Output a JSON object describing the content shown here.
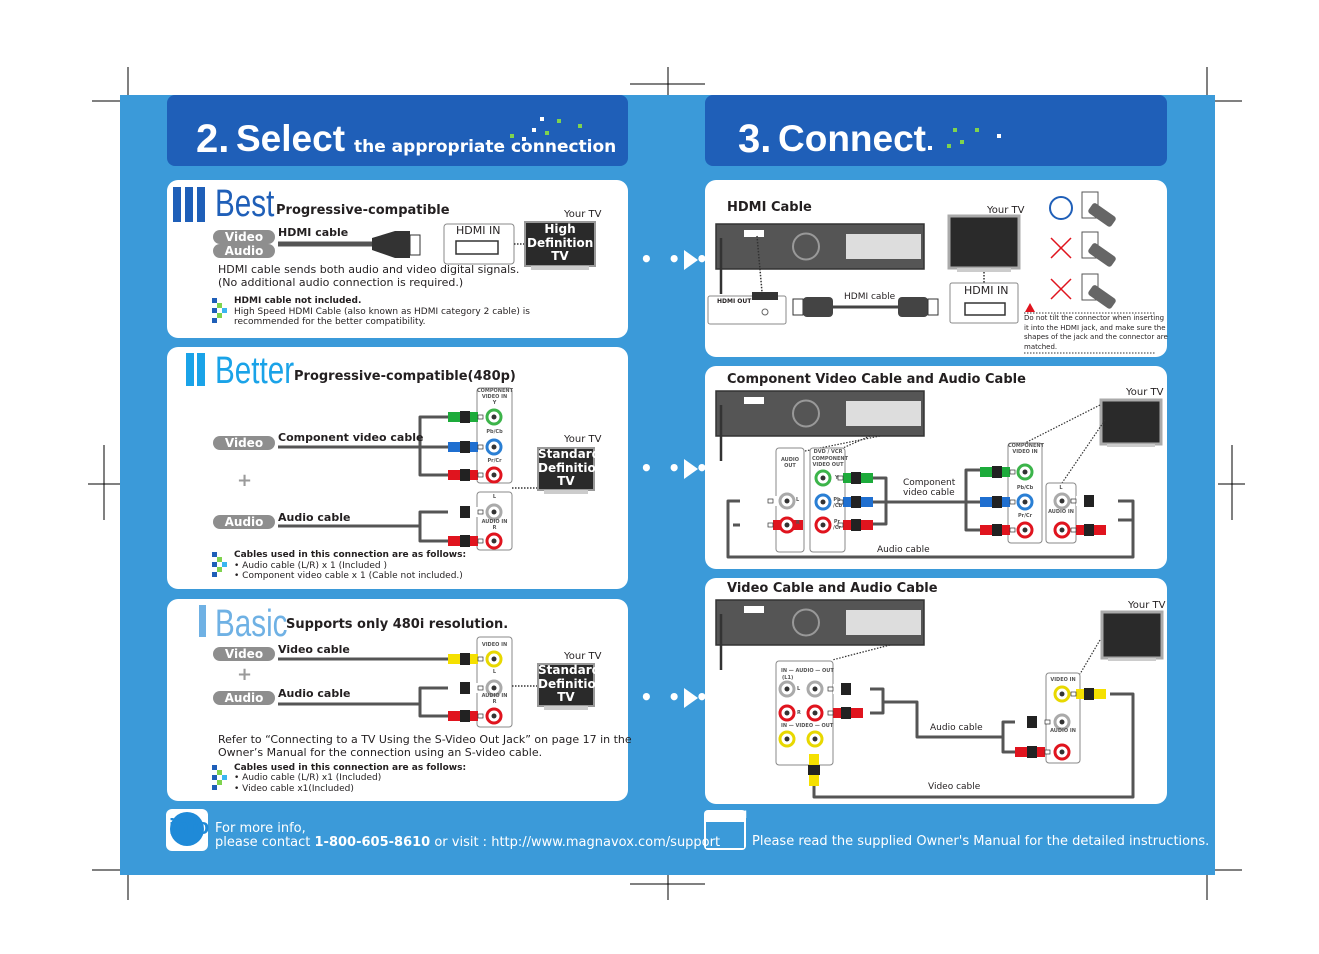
{
  "colors": {
    "background": "#3b9ad9",
    "header": "#1f5fb8",
    "best": "#1f5fb8",
    "better": "#1aa3e8",
    "basic": "#6fb1e4",
    "pill": "#8e8e8e"
  },
  "left": {
    "header": {
      "number": "2.",
      "title": "Select",
      "subtitle": "the appropriate connection"
    },
    "best": {
      "tier": "Best",
      "subtitle": "Progressive-compatible",
      "pills": [
        "Video",
        "Audio"
      ],
      "cable_label": "HDMI cable",
      "port_label": "HDMI IN",
      "tv_caption": "Your TV",
      "tv_label": "High Definition TV",
      "description": "HDMI cable sends both audio and video digital signals.\n(No additional audio connection is required.)",
      "note_title": "HDMI cable not included.",
      "note_body": "High Speed HDMI Cable (also known as HDMI category 2 cable) is\nrecommended for the better compatibility."
    },
    "better": {
      "tier": "Better",
      "subtitle": "Progressive-compatible(480p)",
      "video_pill": "Video",
      "video_cable": "Component video cable",
      "plus": "+",
      "audio_pill": "Audio",
      "audio_cable": "Audio cable",
      "panel_video": "COMPONENT VIDEO IN",
      "jack_y": "Y",
      "jack_pb": "Pb/Cb",
      "jack_pr": "Pr/Cr",
      "jack_l": "L",
      "panel_audio": "AUDIO IN",
      "jack_r": "R",
      "tv_caption": "Your TV",
      "tv_label": "Standard Definition TV",
      "note_title": "Cables used in this connection are as follows:",
      "note_items": [
        "• Audio cable (L/R) x 1 (Included )",
        "• Component video cable x 1 (Cable not included.)"
      ]
    },
    "basic": {
      "tier": "Basic",
      "subtitle": "Supports only 480i resolution.",
      "video_pill": "Video",
      "video_cable": "Video cable",
      "plus": "+",
      "audio_pill": "Audio",
      "audio_cable": "Audio cable",
      "panel_video": "VIDEO IN",
      "jack_l": "L",
      "panel_audio": "AUDIO IN",
      "jack_r": "R",
      "tv_caption": "Your TV",
      "tv_label": "Standard Definition TV",
      "refer": "Refer to “Connecting to a TV Using the S-Video Out Jack” on page 17 in the\nOwner’s Manual for the connection using an S-video cable.",
      "note_title": "Cables used in this connection are as follows:",
      "note_items": [
        "• Audio cable (L/R) x1 (Included)",
        "• Video cable x1(Included)"
      ]
    },
    "footer": {
      "icon": "info",
      "line1": "For more info,",
      "line2_prefix": "please contact ",
      "phone": "1-800-605-8610",
      "line2_mid": " or visit : ",
      "url": "http://www.magnavox.com/support"
    }
  },
  "right": {
    "header": {
      "number": "3.",
      "title": "Connect"
    },
    "hdmi": {
      "title": "HDMI Cable",
      "tv_caption": "Your TV",
      "out_label": "HDMI OUT",
      "cable_label": "HDMI cable",
      "in_label": "HDMI IN",
      "warning": "Do not tilt the connector when inserting\nit into the HDMI jack, and make sure the\nshapes of the jack and the connector are\nmatched.",
      "examples": [
        {
          "mark": "correct"
        },
        {
          "mark": "wrong"
        },
        {
          "mark": "wrong"
        }
      ]
    },
    "component": {
      "title": "Component Video Cable and Audio Cable",
      "tv_caption": "Your TV",
      "audio_out": "AUDIO OUT",
      "dvd_vcr": "DVD / VCR",
      "comp_out": "COMPONENT VIDEO OUT",
      "jack_l": "L",
      "jack_r": "R",
      "jack_y": "Y",
      "jack_pb": "Pb /Cb",
      "jack_pr": "Pr /Cr",
      "comp_in": "COMPONENT VIDEO IN",
      "in_pb": "Pb/Cb",
      "in_pr": "Pr/Cr",
      "audio_in": "AUDIO IN",
      "video_cable": "Component\nvideo cable",
      "audio_cable": "Audio cable"
    },
    "video": {
      "title": "Video Cable and Audio Cable",
      "tv_caption": "Your TV",
      "audio_io": "IN — AUDIO — OUT",
      "l1": "(L1)",
      "video_io": "IN — VIDEO — OUT",
      "jack_l": "L",
      "jack_r": "R",
      "video_in": "VIDEO IN",
      "audio_in": "AUDIO IN",
      "audio_cable": "Audio cable",
      "video_cable": "Video cable"
    },
    "footer": {
      "icon": "Manual",
      "text": "Please read the supplied Owner's Manual for the detailed instructions."
    }
  },
  "arrows": [
    "• • •",
    "• • •",
    "• • •"
  ]
}
